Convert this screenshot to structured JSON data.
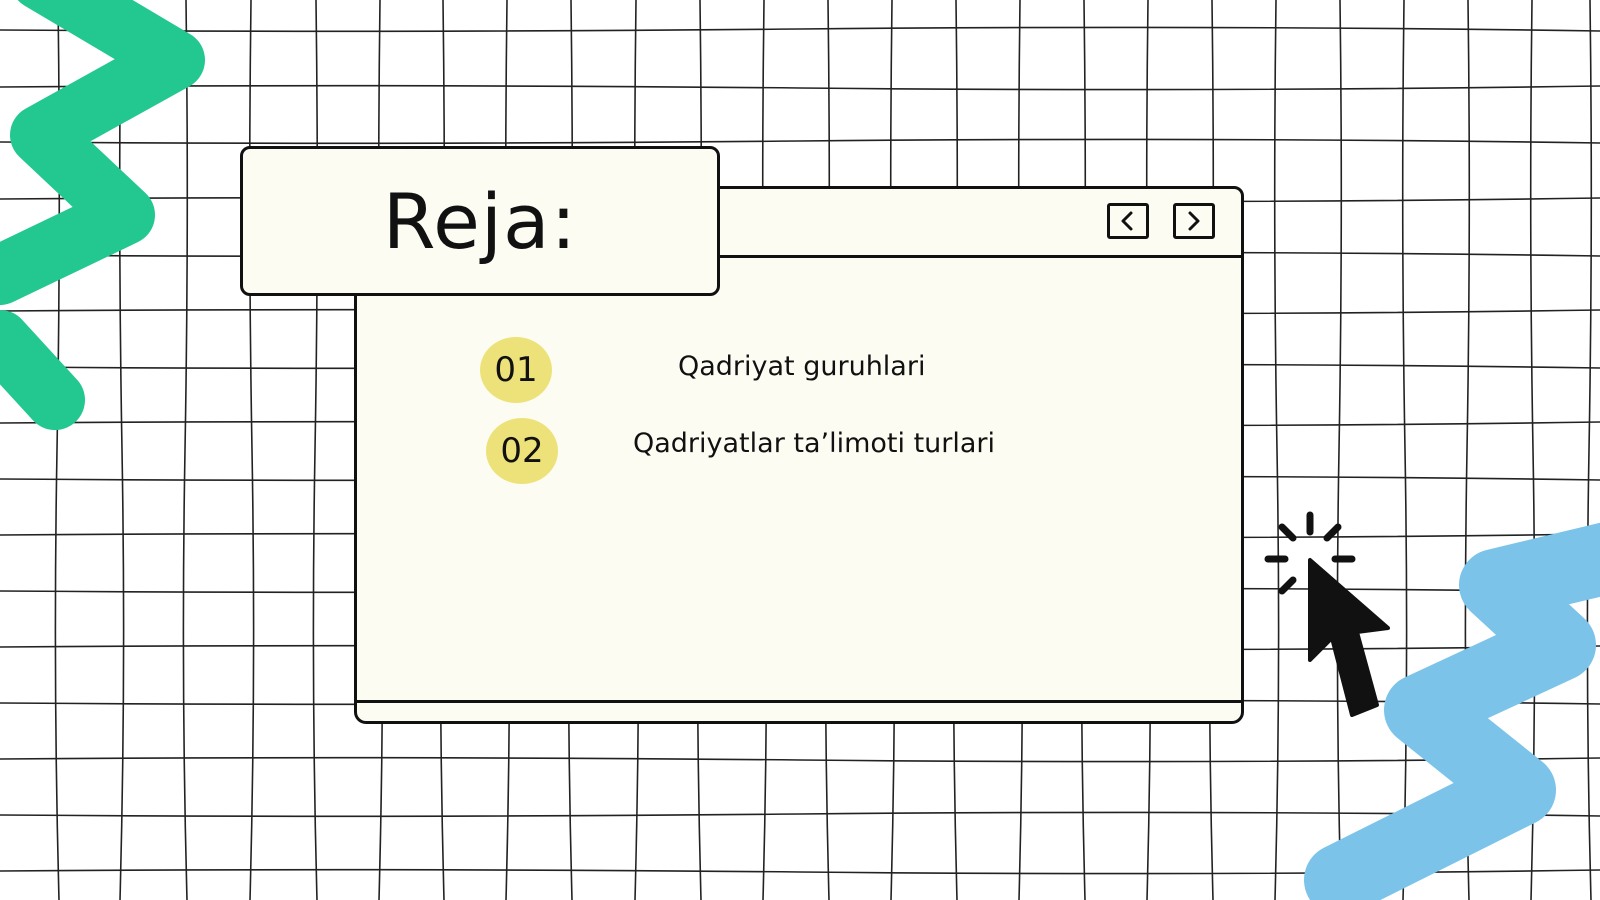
{
  "slide": {
    "title": "Reja:",
    "items": [
      {
        "number": "01",
        "label": "Qadriyat guruhlari"
      },
      {
        "number": "02",
        "label": "Qadriyatlar ta’limoti turlari"
      }
    ]
  },
  "icons": {
    "prev": "chevron-left-icon",
    "next": "chevron-right-icon",
    "cursor": "click-cursor-icon"
  },
  "colors": {
    "background": "#ffffff",
    "grid_line": "#222222",
    "window_fill": "#fdfcf2",
    "number_badge": "#ede27a",
    "green_squiggle": "#22c88f",
    "blue_squiggle": "#7cc3ea"
  }
}
